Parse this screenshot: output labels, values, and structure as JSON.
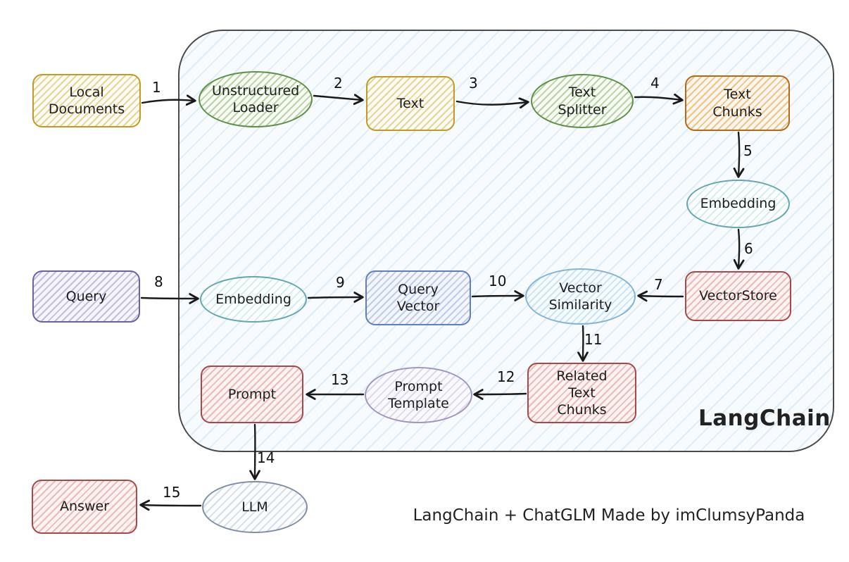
{
  "diagram": {
    "container_label": "LangChain",
    "caption": "LangChain + ChatGLM Made by imClumsyPanda"
  },
  "nodes": {
    "local_documents": {
      "label": "Local Documents",
      "shape": "rect",
      "color": "#c19b26"
    },
    "unstructured_loader": {
      "label": "Unstructured Loader",
      "shape": "ellipse",
      "color": "#5f8f47"
    },
    "text": {
      "label": "Text",
      "shape": "rect",
      "color": "#c19b26"
    },
    "text_splitter": {
      "label": "Text Splitter",
      "shape": "ellipse",
      "color": "#5f8f47"
    },
    "text_chunks": {
      "label": "Text Chunks",
      "shape": "rect",
      "color": "#b06c1a"
    },
    "embedding_top": {
      "label": "Embedding",
      "shape": "ellipse",
      "color": "#64a8ad"
    },
    "vectorstore": {
      "label": "VectorStore",
      "shape": "rect",
      "color": "#a84848"
    },
    "query": {
      "label": "Query",
      "shape": "rect",
      "color": "#6a62a5"
    },
    "embedding_query": {
      "label": "Embedding",
      "shape": "ellipse",
      "color": "#64a8ad"
    },
    "query_vector": {
      "label": "Query Vector",
      "shape": "rect",
      "color": "#5e7fc2"
    },
    "vector_similarity": {
      "label": "Vector Similarity",
      "shape": "ellipse",
      "color": "#85b4d4"
    },
    "related_text_chunks": {
      "label": "Related Text Chunks",
      "shape": "rect",
      "color": "#a84848"
    },
    "prompt_template": {
      "label": "Prompt Template",
      "shape": "ellipse",
      "color": "#9d97c2"
    },
    "prompt": {
      "label": "Prompt",
      "shape": "rect",
      "color": "#a84848"
    },
    "llm": {
      "label": "LLM",
      "shape": "ellipse",
      "color": "#7f8da3"
    },
    "answer": {
      "label": "Answer",
      "shape": "rect",
      "color": "#a84848"
    }
  },
  "edges": {
    "e1": "1",
    "e2": "2",
    "e3": "3",
    "e4": "4",
    "e5": "5",
    "e6": "6",
    "e7": "7",
    "e8": "8",
    "e9": "9",
    "e10": "10",
    "e11": "11",
    "e12": "12",
    "e13": "13",
    "e14": "14",
    "e15": "15"
  }
}
